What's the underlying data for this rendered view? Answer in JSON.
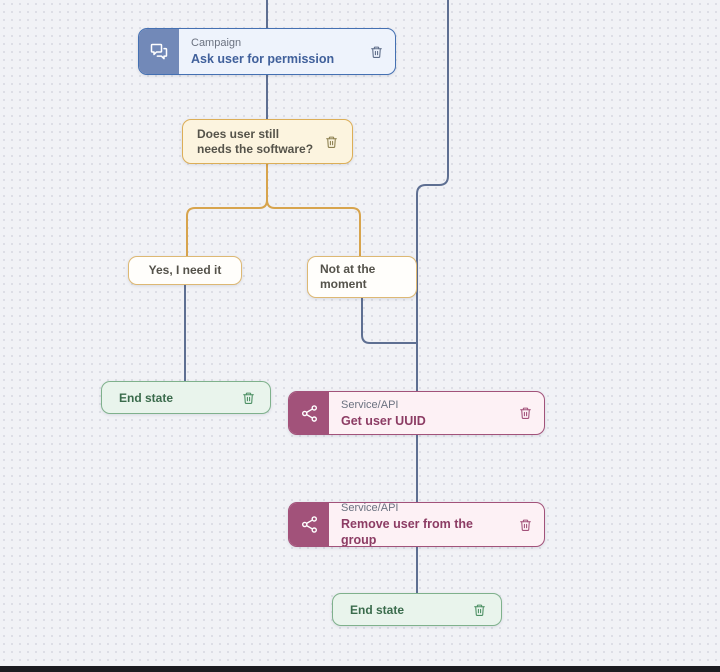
{
  "palette": {
    "canvas_bg": "#f1f2f6",
    "grid_dot": "#d6d8e0",
    "edge_slate": "#5e6f92",
    "edge_amber": "#d7a44d",
    "campaign_accent": "#4470b2",
    "campaign_icon_bg": "#7289b8",
    "campaign_bg": "#eef3fc",
    "condition_bg": "#fcf4df",
    "condition_border": "#dcae57",
    "branch_border": "#ddb873",
    "end_state_bg": "#e9f4ec",
    "end_state_border": "#7fb18c",
    "service_accent": "#a2527a",
    "service_bg": "#fdf1f5",
    "bottom_bar": "#1b1b20"
  },
  "flow": {
    "campaign": {
      "type_label": "Campaign",
      "title": "Ask user for permission",
      "icon": "chat-bubbles-icon"
    },
    "condition": {
      "text": "Does user still needs the software?"
    },
    "branch_yes": {
      "label": "Yes, I need it"
    },
    "branch_no": {
      "label": "Not at the moment"
    },
    "end_state_left": {
      "label": "End state"
    },
    "service_get_uuid": {
      "type_label": "Service/API",
      "title": "Get user UUID",
      "icon": "share-icon"
    },
    "service_remove": {
      "type_label": "Service/API",
      "title": "Remove user from the group",
      "icon": "share-icon"
    },
    "end_state_bottom": {
      "label": "End state"
    }
  }
}
